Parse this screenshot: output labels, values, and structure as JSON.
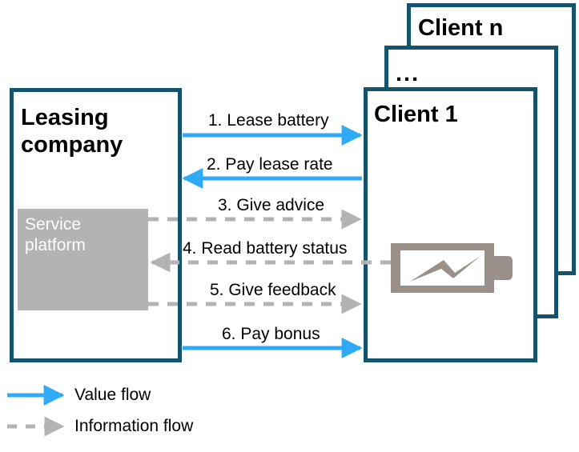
{
  "diagram": {
    "title_hidden": "",
    "colors": {
      "box_border": "#14536b",
      "box_fill": "#ffffff",
      "value_flow": "#2eaaf7",
      "information_flow": "#b3b3b3",
      "platform_fill": "#b3b3b3",
      "platform_text": "#ffffff",
      "battery": "#9b9089",
      "text": "#000000"
    },
    "leasing_box": {
      "title_line1": "Leasing",
      "title_line2": "company",
      "platform": {
        "label_line1": "Service",
        "label_line2": "platform"
      }
    },
    "client_stack": [
      {
        "label": "Client n"
      },
      {
        "label": "..."
      },
      {
        "label": "Client 1"
      }
    ],
    "client_icon": {
      "name": "battery-status-icon"
    },
    "flows": [
      {
        "id": 1,
        "label": "1. Lease battery",
        "type": "value",
        "direction": "right"
      },
      {
        "id": 2,
        "label": "2. Pay lease rate",
        "type": "value",
        "direction": "left"
      },
      {
        "id": 3,
        "label": "3. Give advice",
        "type": "information",
        "direction": "right"
      },
      {
        "id": 4,
        "label": "4. Read battery status",
        "type": "information",
        "direction": "left"
      },
      {
        "id": 5,
        "label": "5. Give feedback",
        "type": "information",
        "direction": "right"
      },
      {
        "id": 6,
        "label": "6. Pay bonus",
        "type": "value",
        "direction": "right"
      }
    ],
    "legend": [
      {
        "label": "Value flow",
        "type": "value"
      },
      {
        "label": "Information flow",
        "type": "information"
      }
    ]
  }
}
